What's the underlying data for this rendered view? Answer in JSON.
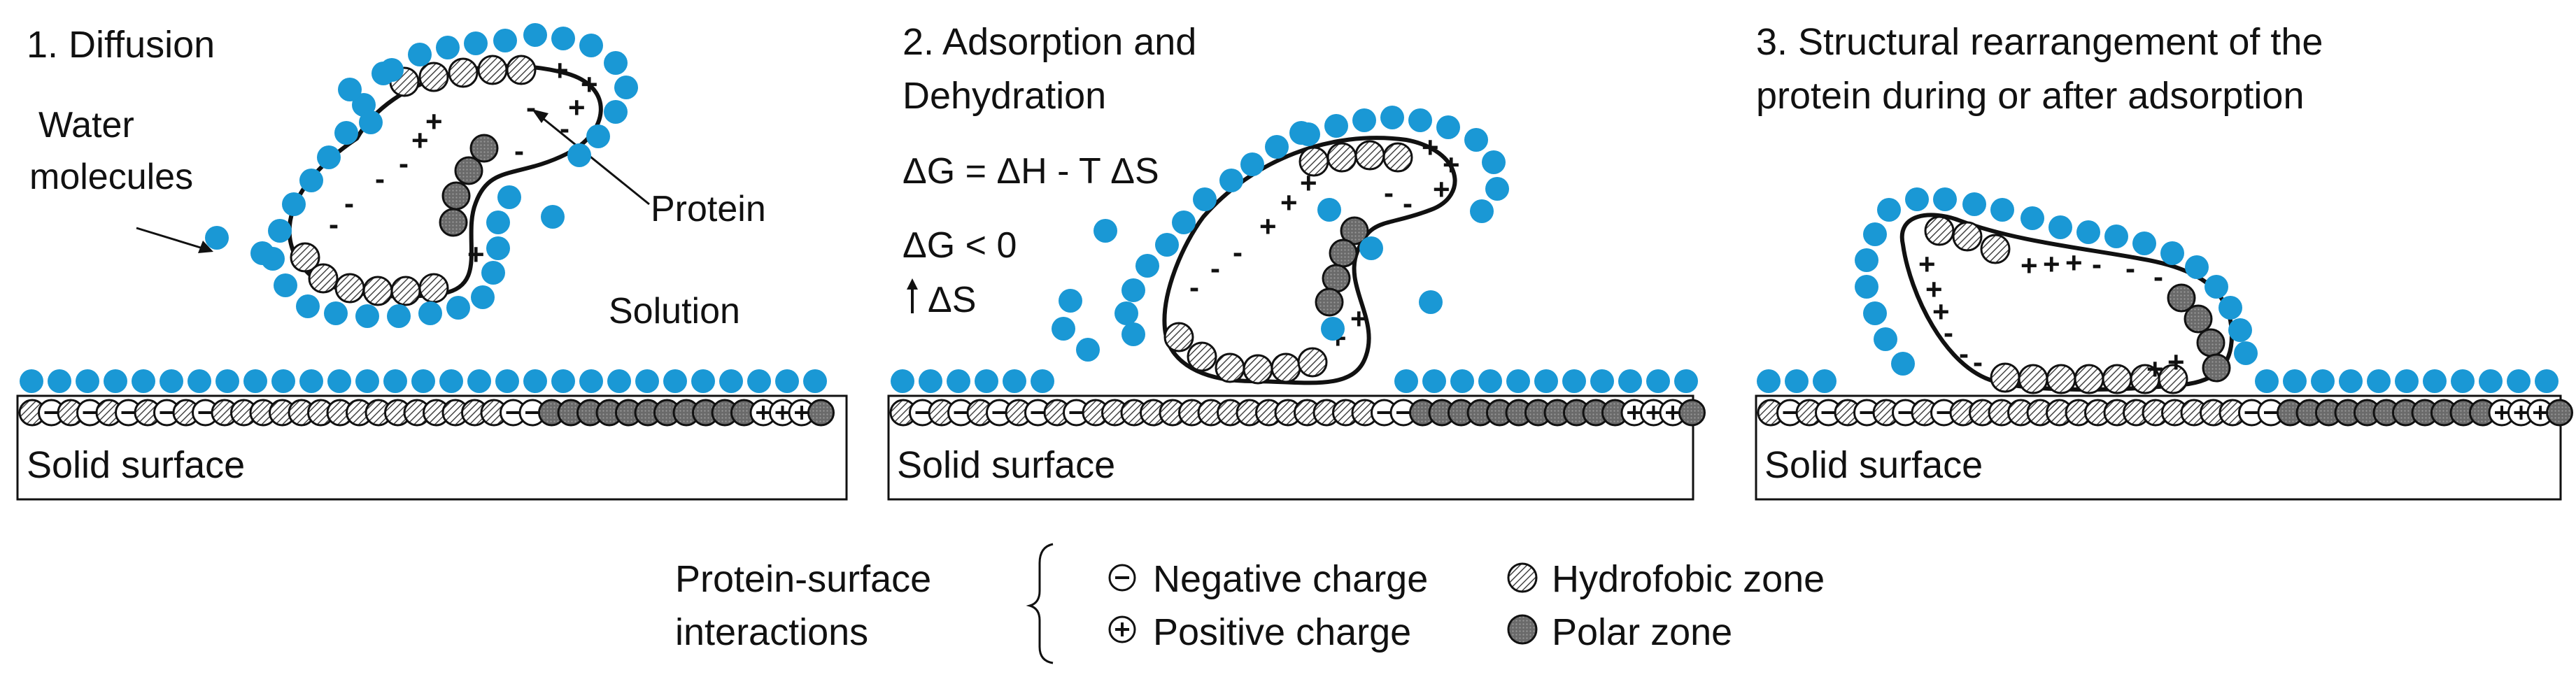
{
  "colors": {
    "water": "#1a98d5",
    "outline": "#111111",
    "polar_zone": "#777777",
    "hydrophobic_zone": "#bdbdbd",
    "background": "#ffffff"
  },
  "panels": [
    {
      "title_lines": [
        "1. Diffusion"
      ],
      "labels": {
        "water": [
          "Water",
          "molecules"
        ],
        "protein": "Protein",
        "solution": "Solution"
      },
      "surface_label": "Solid surface"
    },
    {
      "title_lines": [
        "2. Adsorption and",
        "Dehydration"
      ],
      "equations": [
        "ΔG = ΔH - T ΔS",
        "ΔG < 0",
        "ΔS"
      ],
      "surface_label": "Solid surface"
    },
    {
      "title_lines": [
        "3. Structural rearrangement of the",
        "protein during or after adsorption"
      ],
      "surface_label": "Solid surface"
    }
  ],
  "legend": {
    "heading": [
      "Protein-surface",
      "interactions"
    ],
    "items": {
      "negative": "Negative charge",
      "positive": "Positive charge",
      "hydrophobic": "Hydrofobic zone",
      "polar": "Polar zone"
    }
  },
  "symbols": {
    "plus": "+",
    "minus": "-"
  }
}
